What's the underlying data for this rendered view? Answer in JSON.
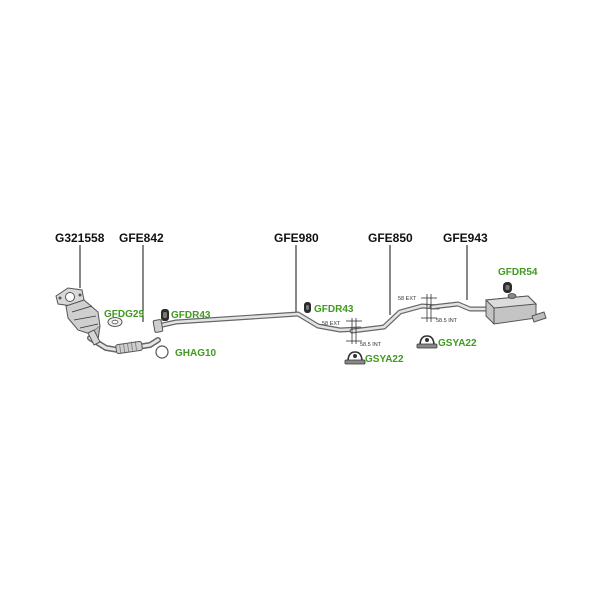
{
  "parts": {
    "cat": "G321558",
    "front": "GFE842",
    "mid1": "GFE980",
    "mid2": "GFE850",
    "rear": "GFE943"
  },
  "accessories": {
    "gasket_front": "GFDG29",
    "rubber_front": "GFDR43",
    "ring": "GHAG10",
    "rubber_mid": "GFDR43",
    "clamp_mid": "GSYA22",
    "clamp_rear": "GSYA22",
    "rubber_rear": "GFDR54"
  },
  "dimensions": {
    "joint1_ext": "58 EXT",
    "joint1_int": "58.5  INT",
    "joint2_ext": "58 EXT",
    "joint2_int": "58.5  INT"
  },
  "colors": {
    "part_label": "#111111",
    "accessory_label": "#3f9a1f",
    "pipe": "#666666"
  }
}
